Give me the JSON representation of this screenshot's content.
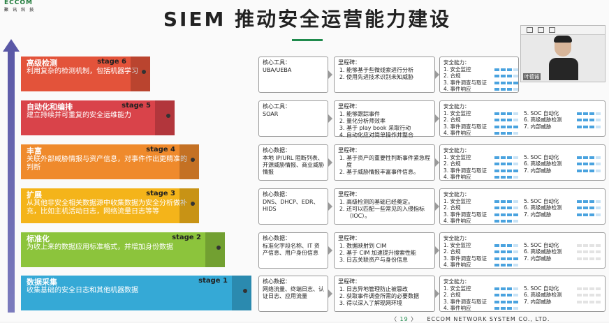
{
  "logo": {
    "name": "ECCOM",
    "sub": "聚 讯 科 技"
  },
  "title": "SIEM 推动安全运营能力建设",
  "stages": [
    {
      "stage": "stage 6",
      "title": "高级检测",
      "desc": "利用复杂的检测机制，包括机器学习",
      "color": "#e3533a",
      "tool_label": "核心工具：",
      "tool": "UBA/UEBA",
      "milestone_label": "里程碑：",
      "milestones": [
        "能够基于些微线索进行分析",
        "使用先进技术识别未知威胁"
      ],
      "caps_label": "安全能力："
    },
    {
      "stage": "stage 5",
      "title": "自动化和编排",
      "desc": "建立持续并可重复的安全运维能力",
      "color": "#d9434a",
      "tool_label": "核心工具：",
      "tool": "SOAR",
      "milestone_label": "里程碑：",
      "milestones": [
        "能够跟踪事件",
        "量化分析师效率",
        "基于 play book 采取行动",
        "自动化应对简单操作并整合"
      ],
      "caps_label": "安全能力："
    },
    {
      "stage": "stage 4",
      "title": "丰富",
      "desc": "关联外部威胁情报与资产信息，对事件作出更精准的判断",
      "color": "#ef8a2c",
      "tool_label": "核心数据：",
      "tool": "本地 IP/URL 阻断列表、开源威胁情报、商业威胁情报",
      "milestone_label": "里程碑：",
      "milestones": [
        "基于资产的重要性判断事件紧急程度",
        "基于威胁情报丰富事件信息。"
      ],
      "caps_label": "安全能力："
    },
    {
      "stage": "stage 3",
      "title": "扩展",
      "desc": "从其他非安全相关数据源中收集数据为安全分析做补充，比如主机活动日志，网络流量日志等等",
      "color": "#f4b41a",
      "tool_label": "核心数据：",
      "tool": "DNS、DHCP、EDR、HIDS",
      "milestone_label": "里程碑：",
      "milestones": [
        "高级检测的基础已经奠定。",
        "还可以匹配一些常见的入侵指标（IOC）。"
      ],
      "caps_label": "安全能力："
    },
    {
      "stage": "stage 2",
      "title": "标准化",
      "desc": "为收上来的数据应用标准格式，并增加身份数据",
      "color": "#8cc43c",
      "tool_label": "核心数据：",
      "tool": "标准化字段名称、IT 资产信息、用户身份信息",
      "milestone_label": "里程碑：",
      "milestones": [
        "数据映射到 CIM",
        "基于 CIM 加速提升搜索性能",
        "日志关联资产与身份信息"
      ],
      "caps_label": "安全能力："
    },
    {
      "stage": "stage 1",
      "title": "数据采集",
      "desc": "收集基础的安全日志和其他机器数据",
      "color": "#35a9d6",
      "tool_label": "核心数据：",
      "tool": "网络流量、终端日志、认证日志、应用流量",
      "milestone_label": "里程碑：",
      "milestones": [
        "日志异地管理防止被篡改",
        "获取事件调查所需的必要数据",
        "得以深入了解现网环境"
      ],
      "caps_label": "安全能力："
    }
  ],
  "capabilities_left": [
    "1. 安全监控",
    "2. 合规",
    "3. 事件调查与取证",
    "4. 事件响应"
  ],
  "capabilities_right": [
    "5. SOC 自动化",
    "6. 高级威胁检测",
    "7. 内部威胁"
  ],
  "video": {
    "name": "叶德诚"
  },
  "footer": {
    "prev": "〈",
    "page": "19",
    "next": "〉",
    "company": "ECCOM NETWORK SYSTEM CO., LTD."
  }
}
